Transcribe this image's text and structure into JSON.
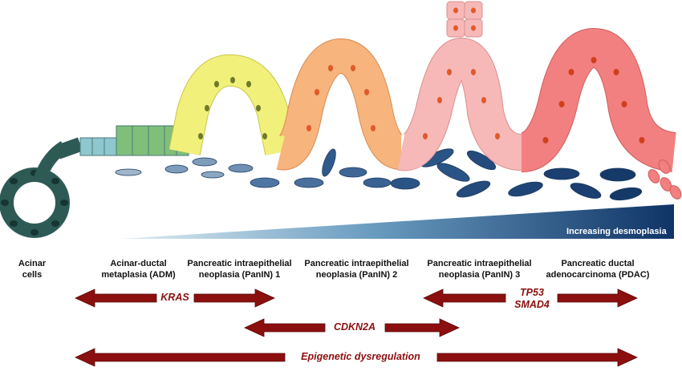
{
  "stages": [
    {
      "id": "acinar",
      "label": "Acinar\ncells"
    },
    {
      "id": "adm",
      "label": "Acinar-ductal\nmetaplasia (ADM)"
    },
    {
      "id": "panin1",
      "label": "Pancreatic intraepithelial\nneoplasia (PanIN) 1"
    },
    {
      "id": "panin2",
      "label": "Pancreatic intraepithelial\nneoplasia (PanIN) 2"
    },
    {
      "id": "panin3",
      "label": "Pancreatic intraepithelial\nneoplasia (PanIN) 3"
    },
    {
      "id": "pdac",
      "label": "Pancreatic ductal\nadenocarcinoma (PDAC)"
    }
  ],
  "desmoplasia": {
    "label": "Increasing desmoplasia"
  },
  "genes": [
    {
      "id": "kras",
      "label": "KRAS"
    },
    {
      "id": "tp53",
      "label": "TP53\nSMAD4"
    },
    {
      "id": "cdkn2a",
      "label": "CDKN2A"
    },
    {
      "id": "epigenetic",
      "label": "Epigenetic dysregulation"
    }
  ],
  "colors": {
    "acinar": "#2e5a55",
    "adm_blue": "#8fc7cf",
    "adm_green": "#7fbf7a",
    "panin1": "#f1f07a",
    "panin2": "#f7b47c",
    "panin3": "#f7b8b8",
    "pdac": "#f28080",
    "nucleus_acinar": "#163532",
    "nucleus_panin": "#e05a2a",
    "stroma": "#2f5a8c",
    "arrow": "#8b0f0f"
  }
}
